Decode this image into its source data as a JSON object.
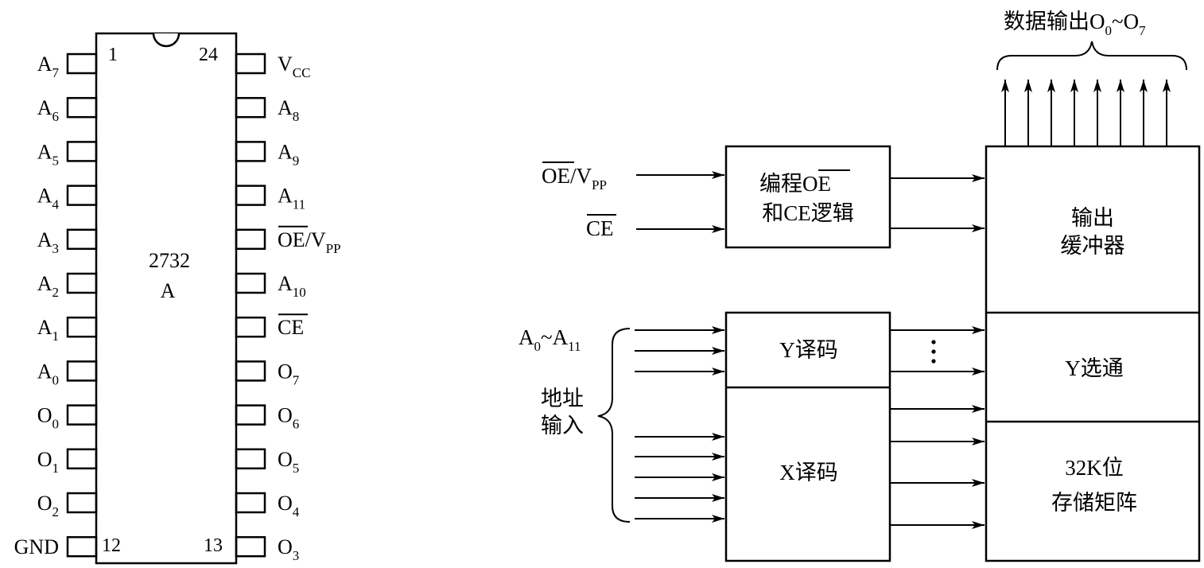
{
  "chip": {
    "part": "2732",
    "suffix": "A",
    "pin_first": "1",
    "pin_last_left": "12",
    "pin_first_right": "13",
    "pin_top_right": "24",
    "left_pins": [
      {
        "base": "A",
        "sub": "7"
      },
      {
        "base": "A",
        "sub": "6"
      },
      {
        "base": "A",
        "sub": "5"
      },
      {
        "base": "A",
        "sub": "4"
      },
      {
        "base": "A",
        "sub": "3"
      },
      {
        "base": "A",
        "sub": "2"
      },
      {
        "base": "A",
        "sub": "1"
      },
      {
        "base": "A",
        "sub": "0"
      },
      {
        "base": "O",
        "sub": "0"
      },
      {
        "base": "O",
        "sub": "1"
      },
      {
        "base": "O",
        "sub": "2"
      },
      {
        "base": "GND",
        "sub": ""
      }
    ],
    "right_pins": [
      {
        "base": "V",
        "sub": "CC"
      },
      {
        "base": "A",
        "sub": "8"
      },
      {
        "base": "A",
        "sub": "9"
      },
      {
        "base": "A",
        "sub": "11"
      },
      {
        "base": "OE",
        "over": true,
        "rest": "/V",
        "sub": "PP"
      },
      {
        "base": "A",
        "sub": "10"
      },
      {
        "base": "CE",
        "over": true,
        "rest": "",
        "sub": ""
      },
      {
        "base": "O",
        "sub": "7"
      },
      {
        "base": "O",
        "sub": "6"
      },
      {
        "base": "O",
        "sub": "5"
      },
      {
        "base": "O",
        "sub": "4"
      },
      {
        "base": "O",
        "sub": "3"
      }
    ]
  },
  "block": {
    "data_out": {
      "prefix": "数据输出",
      "o": "O",
      "s0": "0",
      "tilde": "~",
      "s7": "7"
    },
    "oe_vpp": {
      "over": "OE",
      "rest": "/V",
      "sub": "PP"
    },
    "ce": "CE",
    "logic_line1_prefix": "编程",
    "logic_line1_over": "OE",
    "logic_line2": "和CE逻辑",
    "buffer_line1": "输出",
    "buffer_line2": "缓冲器",
    "addr_range": {
      "a": "A",
      "s0": "0",
      "tilde": "~A",
      "s11": "11"
    },
    "addr_line1": "地址",
    "addr_line2": "输入",
    "y_decoder": "Y译码",
    "y_gate": "Y选通",
    "x_decoder": "X译码",
    "matrix_line1": "32K位",
    "matrix_line2": "存储矩阵"
  }
}
